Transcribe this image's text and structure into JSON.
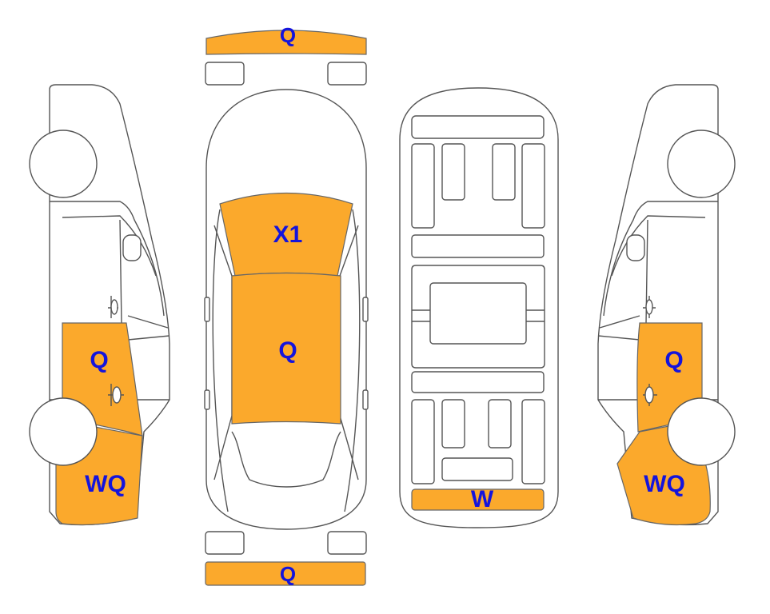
{
  "colors": {
    "damage_fill": "#FBA92C",
    "label": "#1414DC",
    "outline": "#555555"
  },
  "labels": {
    "front_bumper": "Q",
    "hood": "X1",
    "roof": "Q",
    "rear_bumper": "Q",
    "underbody_rear": "W",
    "left_door": "Q",
    "left_quarter": "WQ",
    "right_door": "Q",
    "right_quarter": "WQ"
  }
}
